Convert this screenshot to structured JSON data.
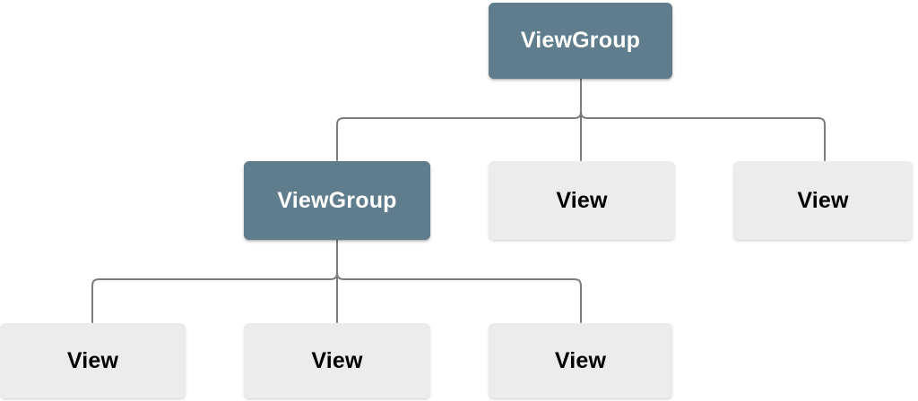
{
  "diagram": {
    "type": "tree",
    "description": "View hierarchy tree with ViewGroup and View nodes",
    "nodes": [
      {
        "id": "viewgroup-root",
        "label": "ViewGroup",
        "kind": "viewgroup",
        "level": 0
      },
      {
        "id": "viewgroup-child",
        "label": "ViewGroup",
        "kind": "viewgroup",
        "level": 1
      },
      {
        "id": "view-mid",
        "label": "View",
        "kind": "view",
        "level": 1
      },
      {
        "id": "view-right",
        "label": "View",
        "kind": "view",
        "level": 1
      },
      {
        "id": "view-bottom-1",
        "label": "View",
        "kind": "view",
        "level": 2
      },
      {
        "id": "view-bottom-2",
        "label": "View",
        "kind": "view",
        "level": 2
      },
      {
        "id": "view-bottom-3",
        "label": "View",
        "kind": "view",
        "level": 2
      }
    ],
    "edges": [
      {
        "from": "viewgroup-root",
        "to": "viewgroup-child"
      },
      {
        "from": "viewgroup-root",
        "to": "view-mid"
      },
      {
        "from": "viewgroup-root",
        "to": "view-right"
      },
      {
        "from": "viewgroup-child",
        "to": "view-bottom-1"
      },
      {
        "from": "viewgroup-child",
        "to": "view-bottom-2"
      },
      {
        "from": "viewgroup-child",
        "to": "view-bottom-3"
      }
    ],
    "colors": {
      "viewgroup_fill": "#5F7D8C",
      "viewgroup_text": "#FFFFFF",
      "view_fill": "#ECECEC",
      "view_text": "#000000",
      "connector": "#7B7B7B",
      "background": "#FFFFFF"
    }
  }
}
